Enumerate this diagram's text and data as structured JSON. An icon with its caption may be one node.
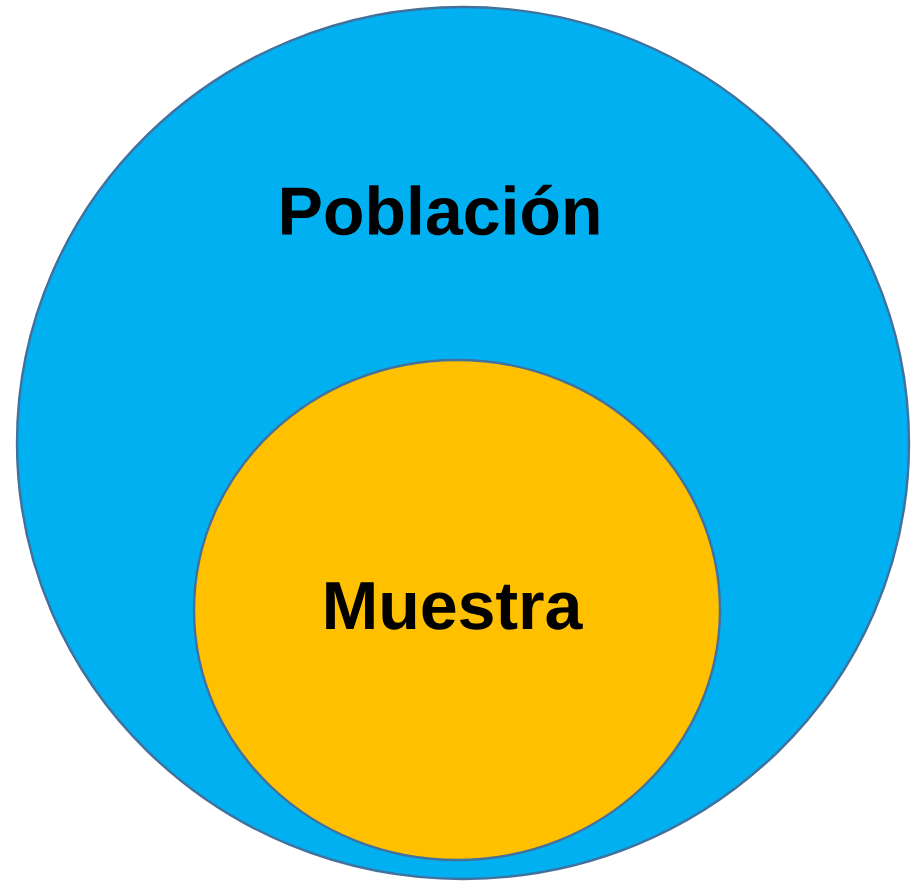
{
  "diagram": {
    "nodes": [
      {
        "text": [
          "Población"
        ]
      },
      {
        "text": [
          "Muestra"
        ],
        "in": 0
      }
    ]
  }
}
